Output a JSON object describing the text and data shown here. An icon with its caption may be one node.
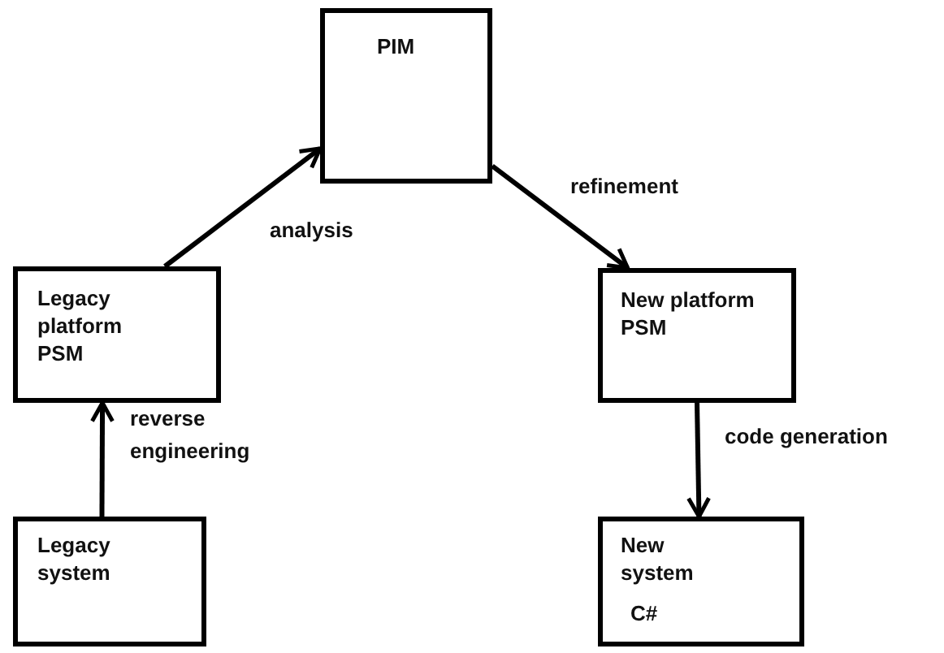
{
  "diagram": {
    "nodes": [
      {
        "text": [
          "PIM"
        ]
      },
      {
        "text": [
          "Legacy platform PSM"
        ]
      },
      {
        "text": [
          "New platform PSM"
        ]
      },
      {
        "text": [
          "Legacy system"
        ]
      },
      {
        "text": [
          "New system",
          "C#"
        ]
      }
    ],
    "edges": [
      {
        "from": 3,
        "to": 1,
        "arrow": "to",
        "label": "reverse engineering"
      },
      {
        "from": 1,
        "to": 0,
        "arrow": "to",
        "label": "analysis"
      },
      {
        "from": 0,
        "to": 2,
        "arrow": "to",
        "label": "refinement"
      },
      {
        "from": 2,
        "to": 4,
        "arrow": "to",
        "label": "code generation"
      }
    ]
  }
}
